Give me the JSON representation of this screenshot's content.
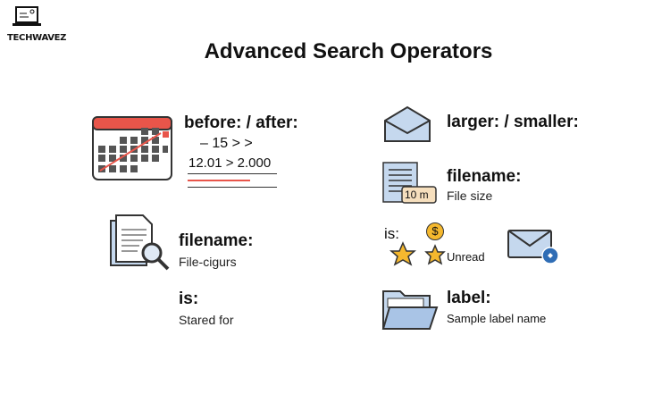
{
  "logo": {
    "text": "TECHWAVEZ"
  },
  "title": "Advanced Search Operators",
  "left": {
    "date": {
      "label": "before: / after:",
      "line1": "– 15 > >",
      "line2": "12.01 > 2.000"
    },
    "filename": {
      "label": "filename:",
      "desc": "File-cigurs"
    },
    "is": {
      "label": "is:",
      "desc": "Stared for"
    }
  },
  "right": {
    "size": {
      "label": "larger: / smaller:"
    },
    "filename": {
      "label": "filename:",
      "desc": "File size",
      "badge": "10 m"
    },
    "is": {
      "label": "is:",
      "desc": "Unread",
      "coin": "$"
    },
    "label": {
      "label": "label:",
      "desc": "Sample label name"
    }
  },
  "colors": {
    "accent_red": "#e8554a",
    "icon_blue": "#c5d8ee",
    "star": "#f5b82e"
  }
}
